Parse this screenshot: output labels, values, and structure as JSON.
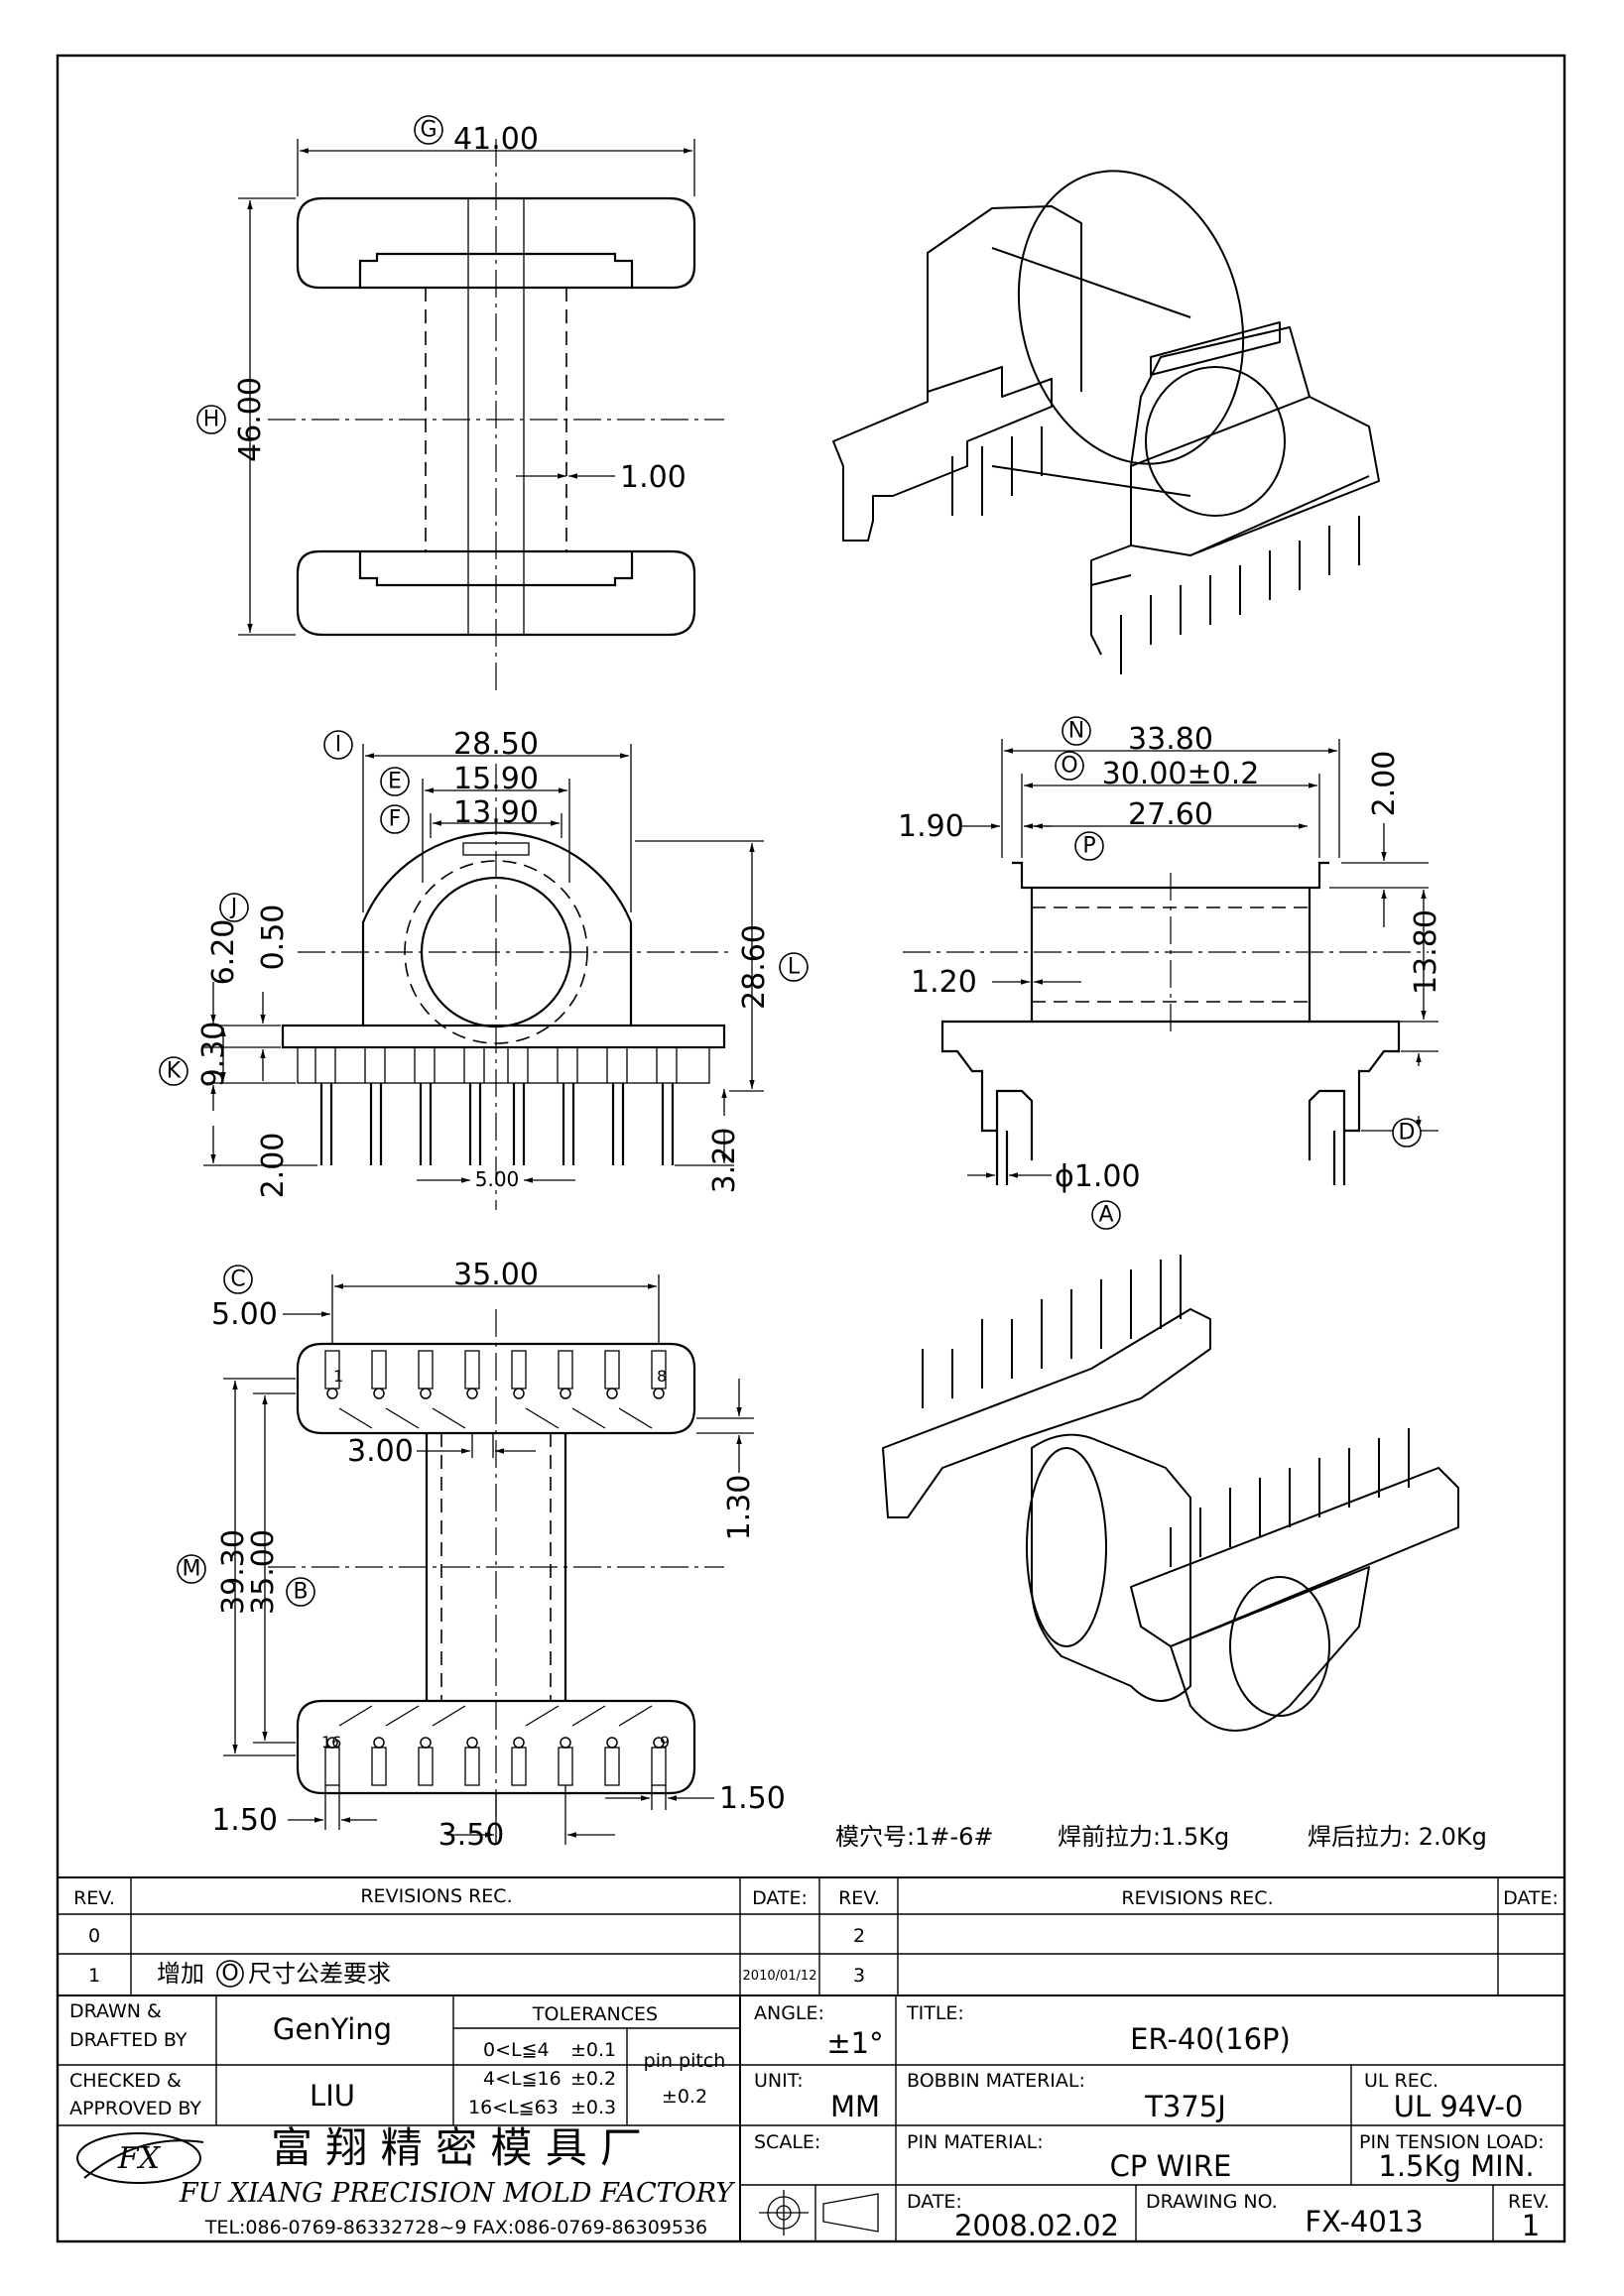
{
  "callouts": {
    "G": "G",
    "H": "H",
    "I": "I",
    "E": "E",
    "F": "F",
    "J": "J",
    "K": "K",
    "L": "L",
    "N": "N",
    "O": "O",
    "P": "P",
    "A": "A",
    "D": "D",
    "C": "C",
    "M": "M",
    "B": "B"
  },
  "top_view": {
    "width": "41.00",
    "height": "46.00",
    "wall": "1.00"
  },
  "front_view": {
    "w_outer": "28.50",
    "w_mid": "15.90",
    "w_inner": "13.90",
    "h_total": "28.60",
    "d_620": "6.20",
    "d_050": "0.50",
    "d_930": "9.30",
    "d_200": "2.00",
    "d_320": "3.20",
    "pitch": "5.00"
  },
  "side_view": {
    "w_outer": "33.80",
    "w_mid": "30.00±0.2",
    "w_inner": "27.60",
    "flange": "1.90",
    "top_gap": "2.00",
    "height": "13.80",
    "wall": "1.20",
    "pin_dia": "ϕ1.00"
  },
  "bottom_view": {
    "width": "35.00",
    "offset": "5.00",
    "pitch3": "3.00",
    "d_130": "1.30",
    "h_3930": "39.30",
    "h_3500": "35.00",
    "edge_left": "1.50",
    "edge_right": "1.50",
    "pitch35": "3.50",
    "pin_1": "1",
    "pin_8": "8",
    "pin_16": "16",
    "pin_9": "9"
  },
  "notes": {
    "cavity": "模穴号:1#-6#",
    "pull_before": "焊前拉力:1.5Kg",
    "pull_after": "焊后拉力: 2.0Kg"
  },
  "revisions": {
    "h_rev": "REV.",
    "h_rec": "REVISIONS    REC.",
    "h_date": "DATE:",
    "rows": [
      {
        "rev": "0",
        "rec": "",
        "date": "",
        "rev2": "2",
        "rec2": "",
        "date2": ""
      },
      {
        "rev": "1",
        "rec": "增加",
        "circle": "O",
        "rec_after": "尺寸公差要求",
        "date": "2010/01/12",
        "rev2": "3",
        "rec2": "",
        "date2": ""
      }
    ]
  },
  "title_block": {
    "drawn_label_1": "DRAWN &",
    "drawn_label_2": "DRAFTED BY",
    "drawn_by": "GenYing",
    "checked_label_1": "CHECKED &",
    "checked_label_2": "APPROVED BY",
    "checked_by": "LIU",
    "tol_title": "TOLERANCES",
    "tol_rows": [
      {
        "range": "0<L≦4",
        "tol": "±0.1"
      },
      {
        "range": "4<L≦16",
        "tol": "±0.2"
      },
      {
        "range": "16<L≦63",
        "tol": "±0.3"
      }
    ],
    "pin_pitch_label": "pin pitch",
    "pin_pitch_tol": "±0.2",
    "angle_label": "ANGLE:",
    "angle_val": "±1°",
    "unit_label": "UNIT:",
    "unit_val": "MM",
    "scale_label": "SCALE:",
    "title_label": "TITLE:",
    "title_val": "ER-40(16P)",
    "bobbin_label": "BOBBIN  MATERIAL:",
    "bobbin_val": "T375J",
    "ul_label": "UL  REC.",
    "ul_val": "UL  94V-0",
    "pin_mat_label": "PIN  MATERIAL:",
    "pin_mat_val": "CP  WIRE",
    "tension_label": "PIN  TENSION  LOAD:",
    "tension_val": "1.5Kg  MIN.",
    "date_label": "DATE:",
    "date_val": "2008.02.02",
    "dwg_label": "DRAWING  NO.",
    "dwg_val": "FX-4013",
    "rev_label": "REV.",
    "rev_val": "1",
    "company_cn": "富 翔 精 密 模 具 厂",
    "company_en": "FU XIANG PRECISION MOLD FACTORY",
    "contact": "TEL:086-0769-86332728~9  FAX:086-0769-86309536",
    "logo_text": "FX"
  }
}
